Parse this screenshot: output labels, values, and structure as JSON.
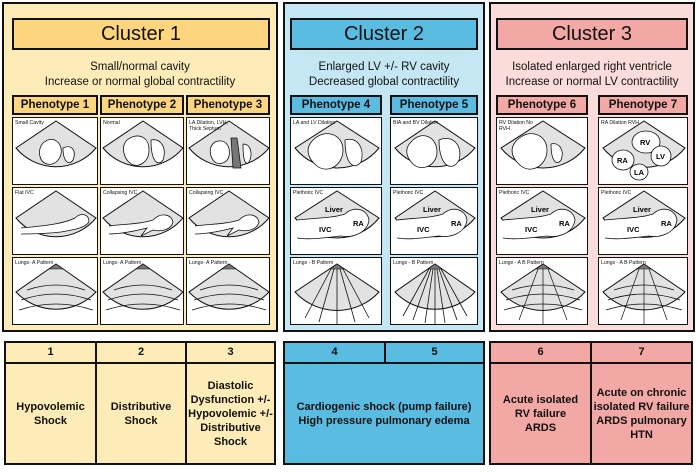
{
  "colors": {
    "cluster1_bg": "#fdecb8",
    "cluster1_accent": "#fcd57e",
    "cluster2_bg": "#c5e6f3",
    "cluster2_accent": "#5bbce2",
    "cluster3_bg": "#fadcda",
    "cluster3_accent": "#f2a8a4"
  },
  "clusters": [
    {
      "title": "Cluster 1",
      "desc1": "Small/normal cavity",
      "desc2": "Increase or normal global contractility",
      "phenotypes": [
        "Phenotype 1",
        "Phenotype 2",
        "Phenotype 3"
      ]
    },
    {
      "title": "Cluster 2",
      "desc1": "Enlarged LV +/- RV cavity",
      "desc2": "Decreased global contractility",
      "phenotypes": [
        "Phenotype 4",
        "Phenotype 5"
      ]
    },
    {
      "title": "Cluster 3",
      "desc1": "Isolated enlarged right ventricle",
      "desc2": "Increase or normal LV contractility",
      "phenotypes": [
        "Phenotype 6",
        "Phenotype 7"
      ]
    }
  ],
  "heart_labels": [
    "Small Cavity",
    "Normal",
    "LA Dilation, LVH, Thick Septum",
    "LA and LV Dilation",
    "BIA and BV Dilation",
    "RV Dilation No RVH",
    "RA Dilation RVH"
  ],
  "ivc_labels": [
    "Flat IVC",
    "Collapsing IVC",
    "Collapsing IVC",
    "Plethoric IVC",
    "Plethoric IVC",
    "Plethoric IVC",
    "Plethoric IVC"
  ],
  "lung_labels": [
    "Lungs- A Pattern",
    "Lungs- A Pattern",
    "Lungs- A Pattern",
    "Lungs - B Pattern",
    "Lungs - B Pattern",
    "Lungs - A B Pattern",
    "Lungs - A B Pattern"
  ],
  "chamber_labels": {
    "rv": "RV",
    "ra": "RA",
    "lv": "LV",
    "la": "LA",
    "liver": "Liver",
    "ivc": "IVC"
  },
  "bottom": {
    "nums": [
      "1",
      "2",
      "3",
      "4",
      "5",
      "6",
      "7"
    ],
    "shock1": "Hypovolemic Shock",
    "shock2": "Distributive Shock",
    "shock3": "Diastolic Dysfunction +/- Hypovolemic +/- Distributive Shock",
    "shock45": "Cardiogenic shock (pump failure) High pressure pulmonary edema",
    "shock6": "Acute isolated RV failure ARDS",
    "shock7": "Acute on chronic isolated RV failure ARDS pulmonary HTN"
  }
}
